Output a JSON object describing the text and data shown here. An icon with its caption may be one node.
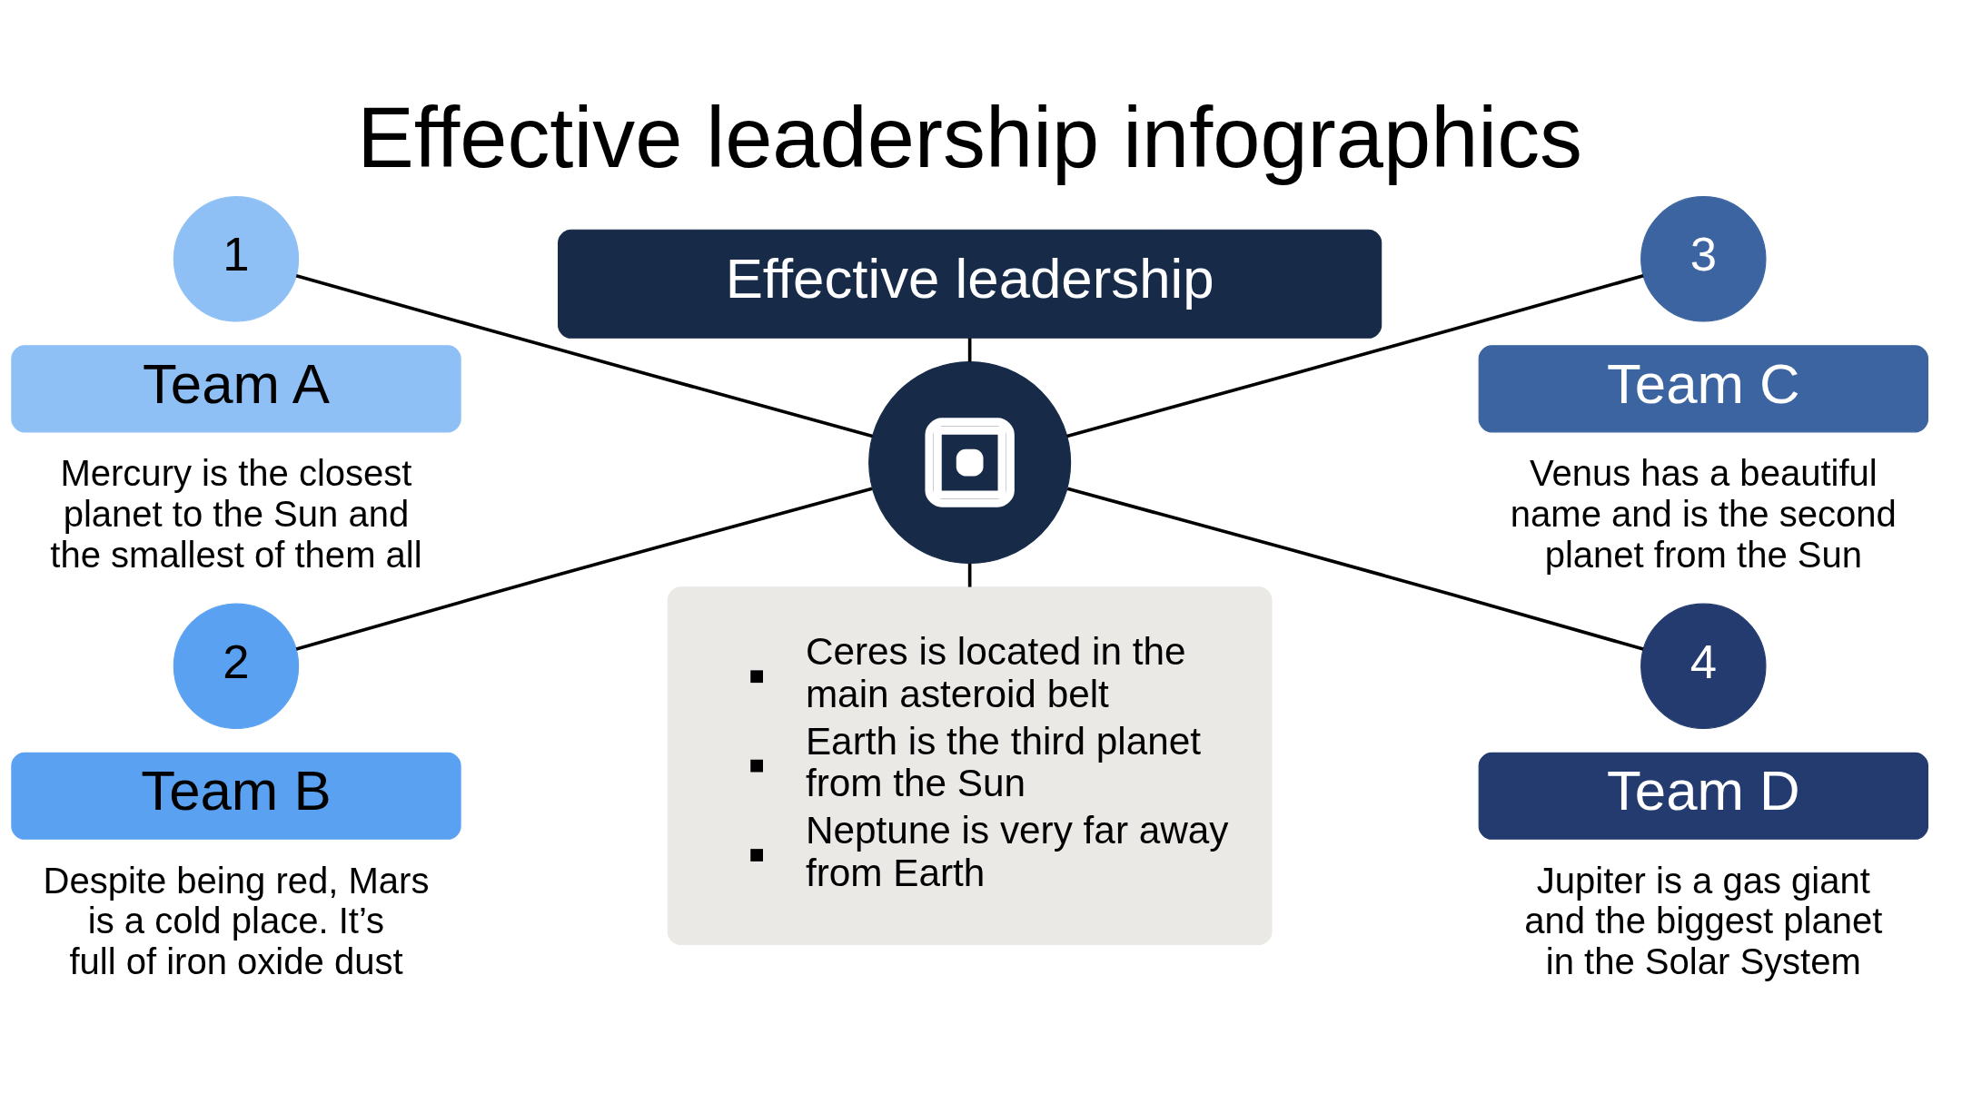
{
  "diagram": {
    "title": "Effective leadership infographics",
    "nodes": [
      {
        "text": [
          "Effective leadership"
        ]
      },
      {
        "text": [],
        "shape": "circle"
      },
      {
        "text": [
          "1"
        ]
      },
      {
        "text": [
          "Team A"
        ],
        "beside": [
          "Mercury is the closest planet to the Sun and the smallest of them all"
        ]
      },
      {
        "text": [
          "2"
        ]
      },
      {
        "text": [
          "Team B"
        ],
        "beside": [
          "Despite being red, Mars is a cold place. It’s full of iron oxide dust"
        ]
      },
      {
        "text": [
          "3"
        ]
      },
      {
        "text": [
          "Team C"
        ],
        "beside": [
          "Venus has a beautiful name and is the second planet from the Sun"
        ]
      },
      {
        "text": [
          "4"
        ]
      },
      {
        "text": [
          "Team D"
        ],
        "beside": [
          "Jupiter is a gas giant and the biggest planet in the Solar System"
        ]
      },
      {
        "text": [
          "Ceres is located in the main asteroid belt",
          "Earth is the third planet from the Sun",
          "Neptune is very far away from Earth"
        ]
      }
    ],
    "edges": [
      {
        "from": 0,
        "to": 1,
        "arrow": "none"
      },
      {
        "from": 2,
        "to": 1,
        "arrow": "none"
      },
      {
        "from": 4,
        "to": 1,
        "arrow": "none"
      },
      {
        "from": 1,
        "to": 6,
        "arrow": "none"
      },
      {
        "from": 1,
        "to": 8,
        "arrow": "none"
      },
      {
        "from": 1,
        "to": 10,
        "arrow": "none"
      }
    ]
  }
}
